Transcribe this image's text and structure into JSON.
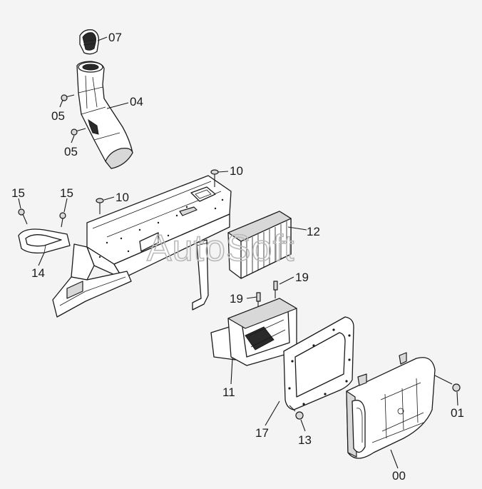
{
  "watermark": "AutoSoft",
  "callouts": [
    {
      "id": "07",
      "label": "07"
    },
    {
      "id": "04",
      "label": "04"
    },
    {
      "id": "05a",
      "label": "05"
    },
    {
      "id": "05b",
      "label": "05"
    },
    {
      "id": "10a",
      "label": "10"
    },
    {
      "id": "10b",
      "label": "10"
    },
    {
      "id": "15a",
      "label": "15"
    },
    {
      "id": "15b",
      "label": "15"
    },
    {
      "id": "14",
      "label": "14"
    },
    {
      "id": "12",
      "label": "12"
    },
    {
      "id": "19a",
      "label": "19"
    },
    {
      "id": "19b",
      "label": "19"
    },
    {
      "id": "11",
      "label": "11"
    },
    {
      "id": "17",
      "label": "17"
    },
    {
      "id": "13",
      "label": "13"
    },
    {
      "id": "01",
      "label": "01"
    },
    {
      "id": "00",
      "label": "00"
    }
  ]
}
